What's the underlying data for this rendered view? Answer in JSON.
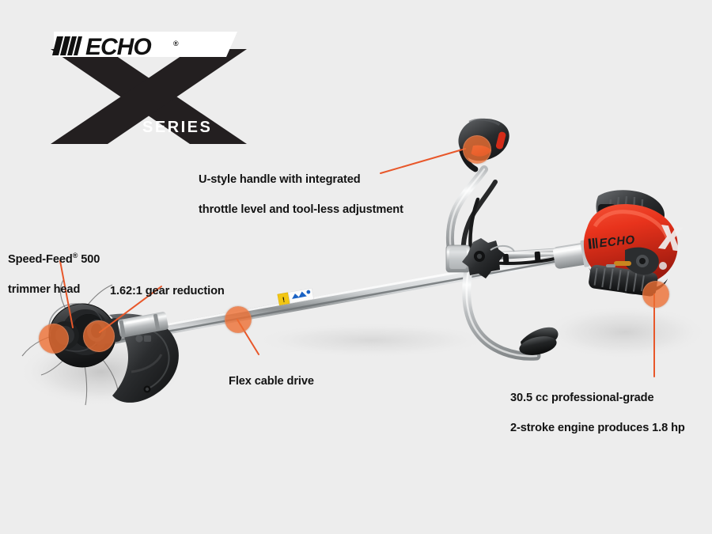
{
  "page": {
    "background_color": "#ededed",
    "accent_color": "#e8572a",
    "text_color": "#131313",
    "product": "ECHO X Series brushcutter / string trimmer cutaway feature diagram"
  },
  "logo": {
    "brand": "ECHO",
    "series_word": "SERIES",
    "mark_letter": "X",
    "registered_mark": "®",
    "color_dark": "#231f20",
    "color_light": "#ffffff"
  },
  "callouts": [
    {
      "id": "handle",
      "line1": "U-style handle with integrated",
      "line2": "throttle level and tool-less adjustment",
      "full_text": "U-style handle with integrated throttle level and tool-less adjustment"
    },
    {
      "id": "speedfeed",
      "line1": "Speed-Feed® 500",
      "line2": "trimmer head",
      "name": "Speed-Feed",
      "trademark": "®",
      "model": "500",
      "full_text": "Speed-Feed® 500 trimmer head"
    },
    {
      "id": "gear",
      "line1": "1.62:1 gear reduction",
      "ratio": "1.62:1",
      "full_text": "1.62:1 gear reduction"
    },
    {
      "id": "flex",
      "line1": "Flex cable drive",
      "full_text": "Flex cable drive"
    },
    {
      "id": "engine",
      "line1": "30.5 cc professional-grade",
      "line2": "2-stroke engine produces 1.8 hp",
      "displacement": "30.5 cc",
      "power": "1.8 hp",
      "engine_type": "2-stroke",
      "full_text": "30.5 cc professional-grade 2-stroke engine produces 1.8 hp"
    }
  ],
  "product_decal": {
    "engine_brand": "ECHO"
  }
}
